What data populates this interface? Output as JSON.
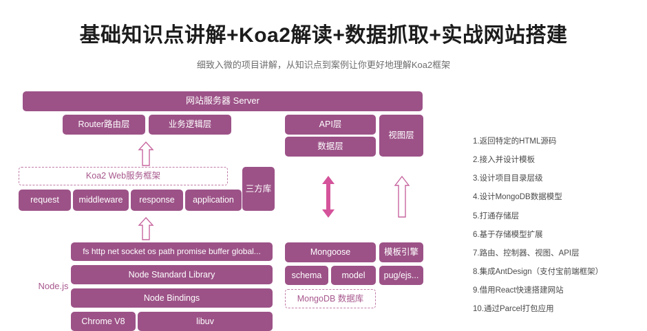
{
  "header": {
    "title": "基础知识点讲解+Koa2解读+数据抓取+实战网站搭建",
    "subtitle": "细致入微的项目讲解，从知识点到案例让你更好地理解Koa2框架"
  },
  "diagram": {
    "server_banner": "网站服务器 Server",
    "server_layers": [
      {
        "label": "Router路由层"
      },
      {
        "label": "业务逻辑层"
      }
    ],
    "right_layers": [
      {
        "label": "API层"
      },
      {
        "label": "数据层"
      },
      {
        "label": "视图层"
      }
    ],
    "koa_frame": "Koa2 Web服务框架",
    "koa_modules": [
      {
        "label": "request"
      },
      {
        "label": "middleware"
      },
      {
        "label": "response"
      },
      {
        "label": "application"
      }
    ],
    "third_party": "三方库",
    "nodejs_label": "Node.js",
    "node_stack": [
      {
        "label": "fs http net socket os path promise buffer global..."
      },
      {
        "label": "Node Standard Library"
      },
      {
        "label": "Node Bindings"
      },
      {
        "label": "Chrome V8"
      },
      {
        "label": "libuv"
      }
    ],
    "db_stack": {
      "mongoose": "Mongoose",
      "schema": "schema",
      "model": "model",
      "mongodb": "MongoDB 数据库"
    },
    "view_stack": {
      "template_engine": "模板引擎",
      "engines": "pug/ejs..."
    },
    "arrows": [
      {
        "name": "arrow-koa-to-server",
        "style": "outline-up"
      },
      {
        "name": "arrow-node-to-koa",
        "style": "outline-up"
      },
      {
        "name": "arrow-data-bidirectional",
        "style": "solid-double"
      },
      {
        "name": "arrow-view-up",
        "style": "outline-up"
      }
    ]
  },
  "notes": [
    "1.返回特定的HTML源码",
    "2.接入并设计模板",
    "3.设计项目目录层级",
    "4.设计MongoDB数据模型",
    "5.打通存储层",
    "6.基于存储模型扩展",
    "7.路由、控制器、视图、API层",
    "8.集成AntDesign（支付宝前端框架）",
    "9.借用React快速搭建网站",
    "10.通过Parcel打包应用"
  ],
  "colors": {
    "box_fill": "#9c5287",
    "accent_dash": "#c07aa6",
    "accent_text": "#a7578c",
    "arrow_solid": "#d4539a",
    "title_text": "#1c1c1c",
    "subtitle_text": "#6d6d6d"
  }
}
